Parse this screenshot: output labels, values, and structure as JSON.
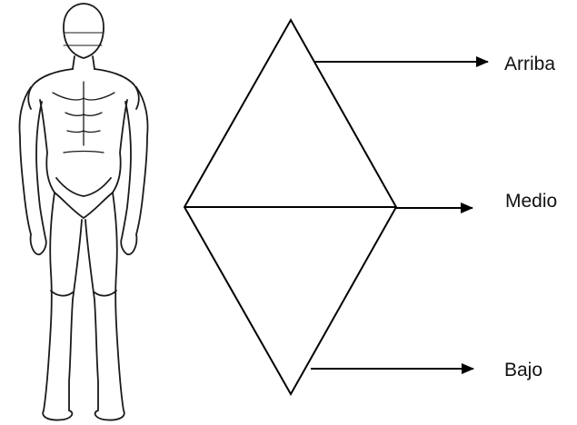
{
  "labels": {
    "top": "Arriba",
    "middle": "Medio",
    "bottom": "Bajo"
  },
  "colors": {
    "line": "#000000",
    "figure_stroke": "#1a1a1a",
    "background": "#ffffff"
  }
}
